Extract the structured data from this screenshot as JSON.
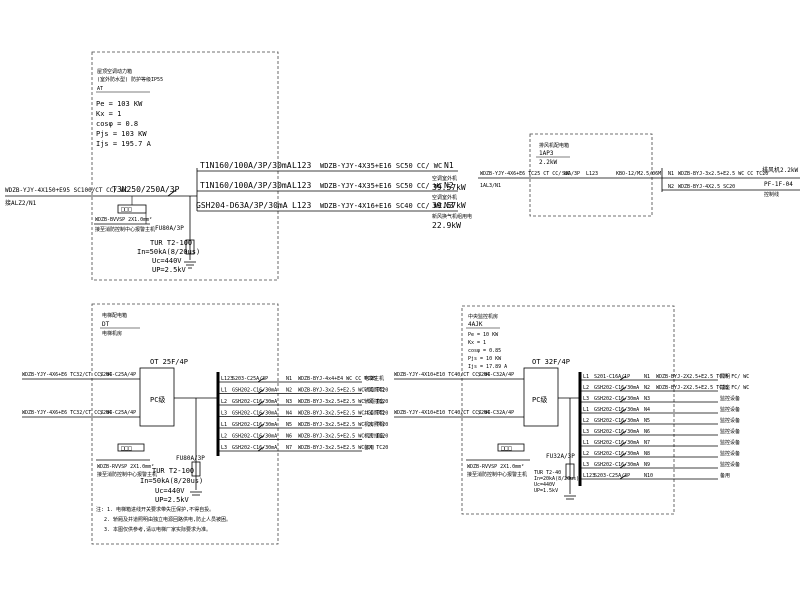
{
  "panel_a": {
    "title": "屋顶空调动力箱",
    "subtitle": "(室外防水型) 防护等级IP55",
    "code": "AT",
    "params": [
      "Pe = 103 KW",
      "Kx = 1",
      "cosφ = 0.8",
      "Pjs = 103 KW",
      "Ijs = 195.7 A"
    ],
    "incoming_cable": "WDZB-YJY-4X150+E95 SC100/CT CC/ WC",
    "incoming_from": "接ALZ2/N1",
    "main_breaker": "T3N250/250A/3P",
    "spd_breaker": "FU80A/3P",
    "spd": [
      "TUR T2-100",
      "In=50kA(8/20us)",
      "Uc=440V",
      "UP=2.5kV"
    ],
    "spd_cable": "WDZB-BVVSP 2X1.0mm²",
    "spd_note": "接至消防控制中心报警主机",
    "lamp_box": "□□□",
    "circuits": [
      {
        "breaker": "T1N160/100A/3P/30mA",
        "phase": "L123",
        "cable": "WDZB-YJY-4X35+E16 SC50 CC/ WC",
        "num": "N1",
        "load": "空调室外机",
        "power": "39.57kW"
      },
      {
        "breaker": "T1N160/100A/3P/30mA",
        "phase": "L123",
        "cable": "WDZB-YJY-4X35+E16 SC50 CC/ WC",
        "num": "N2",
        "load": "空调室外机",
        "power": "39.57kW"
      },
      {
        "breaker": "GSH204-D63A/3P/30mA",
        "phase": "L123",
        "cable": "WDZB-YJY-4X16+E16 SC40 CC/ WC",
        "num": "N3",
        "load": "新风换气机组用电",
        "power": "22.9kW"
      }
    ]
  },
  "panel_b": {
    "title": "排风机配电箱",
    "code": "1AP3",
    "power": "2.2kW",
    "incoming_cable": "WDZB-YJY-4X6+E6 TC25 CT CC/ WC",
    "incoming_from": "1AL3/N1",
    "breaker": "S3A/3P",
    "phase": "L123",
    "contactor": "KBO-12/M2.5/06M",
    "outputs": [
      {
        "num": "N1",
        "cable": "WDZB-BYJ-3x2.5+E2.5 WC CC TC20",
        "load": "排风机2.2kW",
        "tag": "PF-1F-04"
      },
      {
        "num": "N2",
        "cable": "WDZB-BYJ-4X2.5 SC20",
        "load": "控制线",
        "tag": ""
      }
    ]
  },
  "panel_c": {
    "title": "电梯配电箱",
    "code": "DT",
    "code2": "电梯机房",
    "inputs": [
      {
        "cable": "WDZB-YJY-4X6+E6 TC32/CT CC/ WC",
        "breaker": "S204-C25A/4P"
      },
      {
        "cable": "WDZB-YJY-4X6+E6 TC32/CT CC/ WC",
        "breaker": "S204-C25A/4P"
      }
    ],
    "ats": "OT 25F/4P",
    "pc_label": "PC级",
    "spd_breaker": "FU80A/3P",
    "spd": [
      "TUR T2-100",
      "In=50kA(8/20us)",
      "Uc=440V",
      "UP=2.5kV"
    ],
    "spd_cable": "WDZB-RVVSP 2X1.0mm²",
    "spd_note": "接至消防控制中心报警主机",
    "lamp_box": "□□□",
    "circuits": [
      {
        "phase": "L123",
        "breaker": "S203-C25A/3P",
        "num": "N1",
        "cable": "WDZB-BYJ-4x4+E4 WC CC TC25",
        "load": "电梯主机"
      },
      {
        "phase": "L1",
        "breaker": "GSH202-C16/30mA",
        "num": "N2",
        "cable": "WDZB-BYJ-3x2.5+E2.5 WC CC TC20",
        "load": "轿厢照明"
      },
      {
        "phase": "L2",
        "breaker": "GSH202-C16/30mA",
        "num": "N3",
        "cable": "WDZB-BYJ-3x2.5+E2.5 WC CC TC20",
        "load": "轿厢插座"
      },
      {
        "phase": "L3",
        "breaker": "GSH202-C16/30mA",
        "num": "N4",
        "cable": "WDZB-BYJ-3x2.5+E2.5 WC CC TC20",
        "load": "井道照明"
      },
      {
        "phase": "L1",
        "breaker": "GSH202-C16/30mA",
        "num": "N5",
        "cable": "WDZB-BYJ-3x2.5+E2.5 WC CC TC20",
        "load": "机房照明"
      },
      {
        "phase": "L2",
        "breaker": "GSH202-C16/30mA",
        "num": "N6",
        "cable": "WDZB-BYJ-3x2.5+E2.5 WC CC TC20",
        "load": "机房插座"
      },
      {
        "phase": "L3",
        "breaker": "GSH202-C16/30mA",
        "num": "N7",
        "cable": "WDZB-BYJ-3x2.5+E2.5 WC CC TC20",
        "load": "备用"
      }
    ],
    "notes": [
      "注: 1. 电梯箱进线开关要求带失压保护,不得自投。",
      "2. 轿厢及井道照明由独立电源回路供电,防止人员被困。",
      "3. 本图仅供参考,请以电梯厂家实际要求为准。"
    ]
  },
  "panel_d": {
    "title": "中央监控机房",
    "code": "4AJK",
    "params": [
      "Pe = 10 KW",
      "Kx = 1",
      "cosφ = 0.85",
      "Pjs = 10 KW",
      "Ijs = 17.89 A"
    ],
    "inputs": [
      {
        "cable": "WDZB-YJY-4X10+E10 TC40/CT CC/ WC",
        "breaker": "S204-C32A/4P"
      },
      {
        "cable": "WDZB-YJY-4X10+E10 TC40/CT CC/ WC",
        "breaker": "S204-C32A/4P"
      }
    ],
    "ats": "OT 32F/4P",
    "pc_label": "PC级",
    "spd_breaker": "FU32A/3P",
    "spd": [
      "TUR T2-40",
      "In=20kA(8/20us)",
      "Uc=440V",
      "UP=1.5kV"
    ],
    "spd_cable": "WDZB-RVVSP 2X1.0mm²",
    "spd_note": "接至消防控制中心报警主机",
    "lamp_box": "□□□",
    "circuits": [
      {
        "phase": "L1",
        "breaker": "S201-C16A/1P",
        "num": "N1",
        "cable": "WDZB-BYJ-2X2.5+E2.5 TC25 FC/ WC",
        "load": "照明"
      },
      {
        "phase": "L2",
        "breaker": "GSH202-C16/30mA",
        "num": "N2",
        "cable": "WDZB-BYJ-2X2.5+E2.5 TC25 FC/ WC",
        "load": "插座"
      },
      {
        "phase": "L3",
        "breaker": "GSH202-C16/30mA",
        "num": "N3",
        "cable": "",
        "load": "监控设备"
      },
      {
        "phase": "L1",
        "breaker": "GSH202-C16/30mA",
        "num": "N4",
        "cable": "",
        "load": "监控设备"
      },
      {
        "phase": "L2",
        "breaker": "GSH202-C16/30mA",
        "num": "N5",
        "cable": "",
        "load": "监控设备"
      },
      {
        "phase": "L3",
        "breaker": "GSH202-C16/30mA",
        "num": "N6",
        "cable": "",
        "load": "监控设备"
      },
      {
        "phase": "L1",
        "breaker": "GSH202-C16/30mA",
        "num": "N7",
        "cable": "",
        "load": "监控设备"
      },
      {
        "phase": "L2",
        "breaker": "GSH202-C16/30mA",
        "num": "N8",
        "cable": "",
        "load": "监控设备"
      },
      {
        "phase": "L3",
        "breaker": "GSH202-C16/30mA",
        "num": "N9",
        "cable": "",
        "load": "监控设备"
      },
      {
        "phase": "L123",
        "breaker": "S203-C25A/3P",
        "num": "N10",
        "cable": "",
        "load": "备用"
      }
    ]
  }
}
